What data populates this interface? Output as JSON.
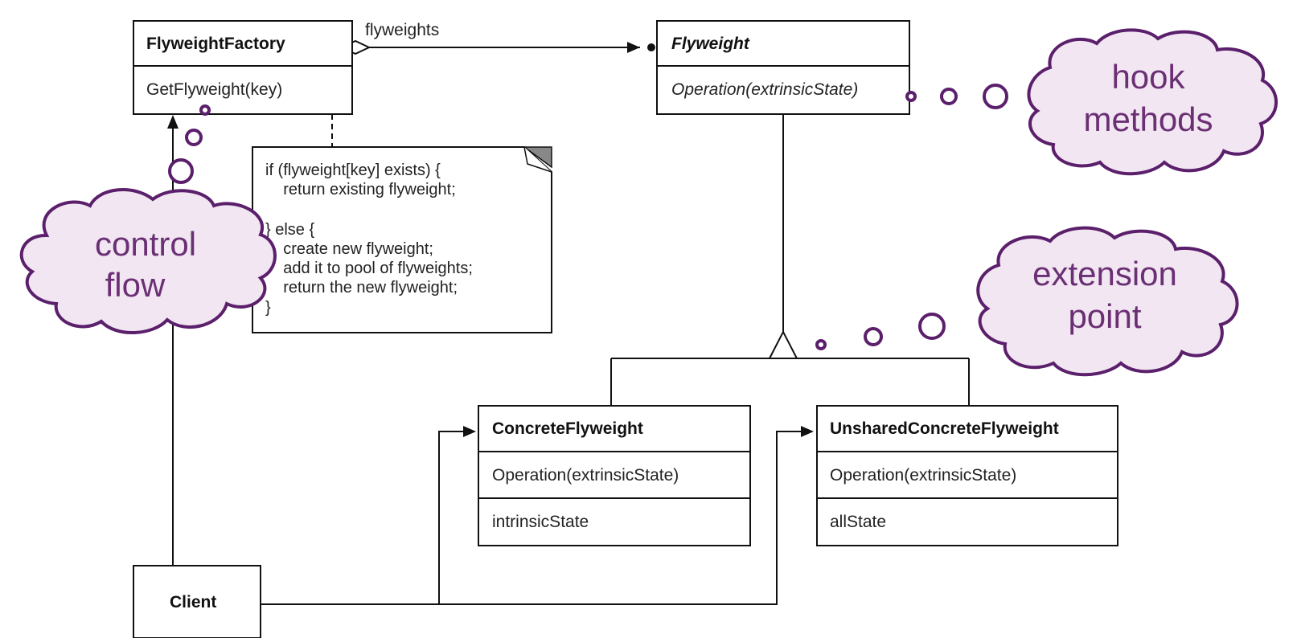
{
  "classes": {
    "factory": {
      "name": "FlyweightFactory",
      "operation": "GetFlyweight(key)"
    },
    "flyweight": {
      "name": "Flyweight",
      "operation": "Operation(extrinsicState)"
    },
    "concrete": {
      "name": "ConcreteFlyweight",
      "operation": "Operation(extrinsicState)",
      "attribute": "intrinsicState"
    },
    "unshared": {
      "name": "UnsharedConcreteFlyweight",
      "operation": "Operation(extrinsicState)",
      "attribute": "allState"
    },
    "client": {
      "name": "Client"
    }
  },
  "association_label": "flyweights",
  "note_lines": [
    "if (flyweight[key] exists) {",
    "    return existing flyweight;",
    "",
    "} else {",
    "    create new flyweight;",
    "    add it to pool of flyweights;",
    "    return the new flyweight;",
    "}"
  ],
  "callouts": {
    "control_flow": [
      "control",
      "flow"
    ],
    "hook_methods": [
      "hook",
      "methods"
    ],
    "extension_point": [
      "extension",
      "point"
    ]
  },
  "colors": {
    "cloud_fill": "#f1e6f2",
    "cloud_stroke": "#5b1f6b",
    "cloud_text": "#6b2f74"
  }
}
